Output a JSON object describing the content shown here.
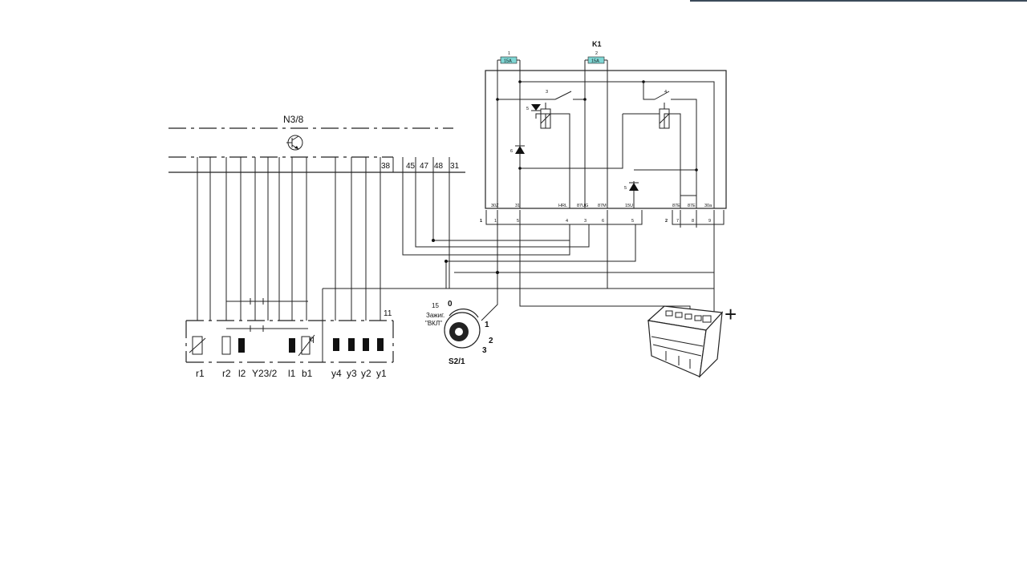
{
  "controller": {
    "name": "N3/8",
    "pins": [
      "38",
      "45",
      "47",
      "48",
      "31",
      "11"
    ]
  },
  "components": {
    "bottom_labels": [
      "r1",
      "r2",
      "l2",
      "Y23/2",
      "l1",
      "b1",
      "y4",
      "y3",
      "y2",
      "y1"
    ],
    "sensor_q_label": "q"
  },
  "relay_box": {
    "name": "K1",
    "fuses": [
      {
        "number": "1",
        "rating": "15A"
      },
      {
        "number": "2",
        "rating": "15A"
      }
    ],
    "relay_numbers": [
      "3",
      "4"
    ],
    "diode_numbers": [
      "5",
      "6",
      "5"
    ],
    "connector1": {
      "label": "1",
      "pins": [
        {
          "name": "30Z",
          "number": "1"
        },
        {
          "name": "31",
          "number": "5"
        },
        {
          "name": "HRL",
          "number": "4"
        },
        {
          "name": "87UG",
          "number": "3"
        },
        {
          "name": "87M",
          "number": "6"
        },
        {
          "name": "15U",
          "number": "5"
        }
      ]
    },
    "connector2": {
      "label": "2",
      "pins": [
        {
          "name": "87E",
          "number": "7"
        },
        {
          "name": "87E",
          "number": "8"
        },
        {
          "name": "30a",
          "number": "9"
        }
      ]
    }
  },
  "ignition_switch": {
    "name": "S2/1",
    "terminal": "15",
    "caption_line1": "Зажиг.",
    "caption_line2": "\"ВКЛ\"",
    "positions": [
      "0",
      "1",
      "2",
      "3"
    ]
  },
  "battery": {
    "polarity": "+"
  }
}
